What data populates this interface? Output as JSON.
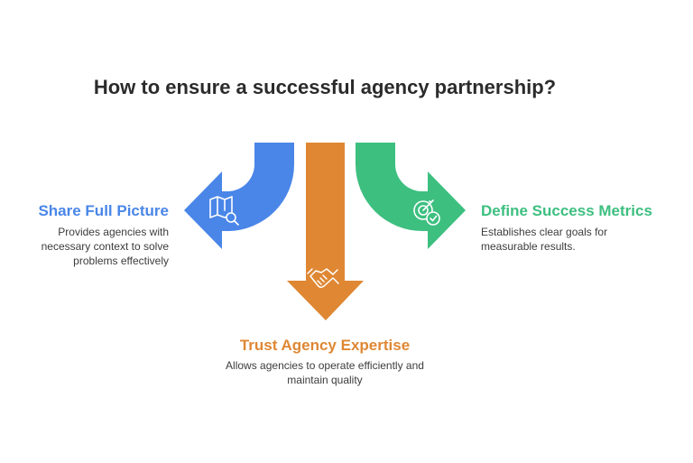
{
  "title": "How to ensure a successful agency partnership?",
  "colors": {
    "blue": "#4A86E8",
    "orange": "#DF8733",
    "green": "#3DBF80",
    "icon_stroke": "#FFFFFF"
  },
  "items": [
    {
      "heading": "Share Full Picture",
      "description": "Provides agencies with necessary context to solve problems effectively",
      "icon": "map-search-icon"
    },
    {
      "heading": "Trust Agency Expertise",
      "description": "Allows agencies to operate efficiently and maintain quality",
      "icon": "handshake-icon"
    },
    {
      "heading": "Define Success Metrics",
      "description": "Establishes clear goals for measurable results.",
      "icon": "target-check-icon"
    }
  ]
}
